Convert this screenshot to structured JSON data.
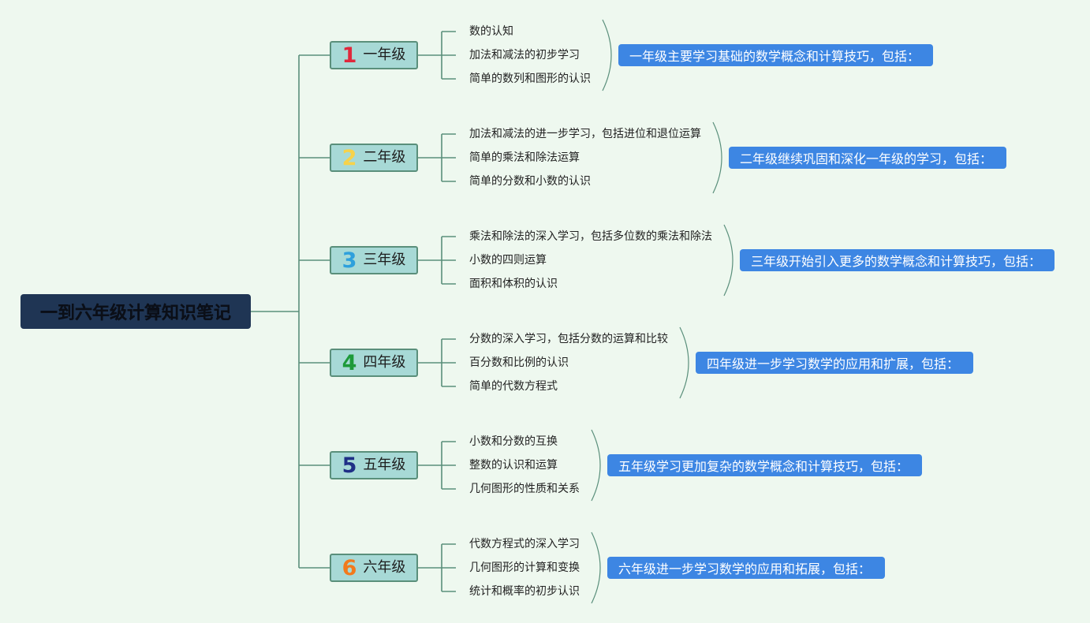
{
  "title": "一到六年级计算知识笔记",
  "colors": {
    "background": "#eef8ef",
    "root": "#1f3554",
    "grade_box": "#a7d9d6",
    "grade_border": "#5a8f7b",
    "connector": "#5a8f7b",
    "summary_box": "#3d86e3"
  },
  "grades": [
    {
      "number": "1",
      "label": "一年级",
      "color": "#e0273b",
      "items": [
        "数的认知",
        "加法和减法的初步学习",
        "简单的数列和图形的认识"
      ],
      "summary": "一年级主要学习基础的数学概念和计算技巧，包括："
    },
    {
      "number": "2",
      "label": "二年级",
      "color": "#f6d24a",
      "items": [
        "加法和减法的进一步学习，包括进位和退位运算",
        "简单的乘法和除法运算",
        "简单的分数和小数的认识"
      ],
      "summary": "二年级继续巩固和深化一年级的学习，包括："
    },
    {
      "number": "3",
      "label": "三年级",
      "color": "#2ea0dc",
      "items": [
        "乘法和除法的深入学习，包括多位数的乘法和除法",
        "小数的四则运算",
        "面积和体积的认识"
      ],
      "summary": "三年级开始引入更多的数学概念和计算技巧，包括："
    },
    {
      "number": "4",
      "label": "四年级",
      "color": "#1e9a3a",
      "items": [
        "分数的深入学习，包括分数的运算和比较",
        "百分数和比例的认识",
        "简单的代数方程式"
      ],
      "summary": "四年级进一步学习数学的应用和扩展，包括："
    },
    {
      "number": "5",
      "label": "五年级",
      "color": "#1f2f86",
      "items": [
        "小数和分数的互换",
        "整数的认识和运算",
        "几何图形的性质和关系"
      ],
      "summary": "五年级学习更加复杂的数学概念和计算技巧，包括："
    },
    {
      "number": "6",
      "label": "六年级",
      "color": "#f27a1c",
      "items": [
        "代数方程式的深入学习",
        "几何图形的计算和变换",
        "统计和概率的初步认识"
      ],
      "summary": "六年级进一步学习数学的应用和拓展，包括："
    }
  ]
}
